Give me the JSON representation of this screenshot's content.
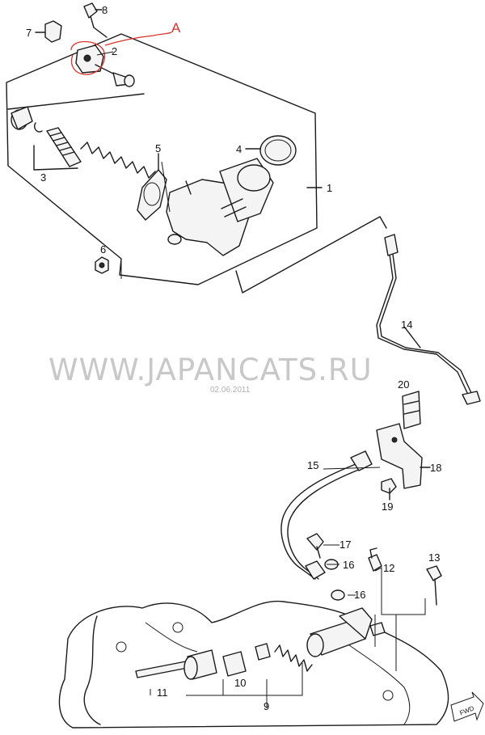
{
  "watermark": "WWW.JAPANCATS.RU",
  "date": "02.06.2011",
  "annotation": "A",
  "fwd_label": "FWD",
  "callouts": {
    "c1": "1",
    "c2": "2",
    "c3": "3",
    "c4": "4",
    "c5": "5",
    "c6": "6",
    "c7": "7",
    "c8": "8",
    "c9": "9",
    "c10": "10",
    "c11": "11",
    "c12": "12",
    "c13": "13",
    "c14": "14",
    "c15": "15",
    "c16a": "16",
    "c16b": "16",
    "c17": "17",
    "c18": "18",
    "c19": "19",
    "c20": "20"
  },
  "colors": {
    "annotation": "#d9342b",
    "watermark": "#c8c8c8",
    "line": "#1a1a1a"
  }
}
